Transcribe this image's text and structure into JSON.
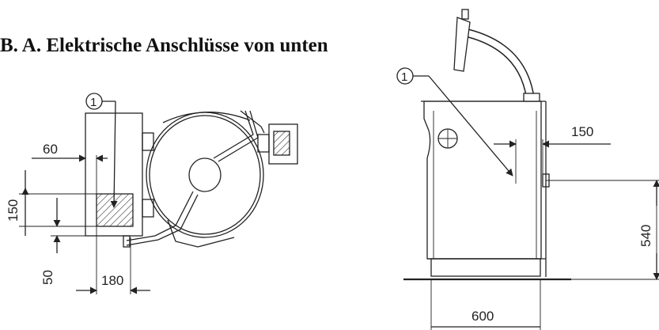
{
  "title": "B. A. Elektrische Anschlüsse von unten",
  "left_view": {
    "callout": "1",
    "dim_horizontal_offset": "60",
    "dim_vertical_height": "150",
    "dim_vertical_bottom": "50",
    "dim_width": "180"
  },
  "right_view": {
    "callout": "1",
    "dim_horizontal_offset": "150",
    "dim_height": "540",
    "dim_width": "600"
  }
}
